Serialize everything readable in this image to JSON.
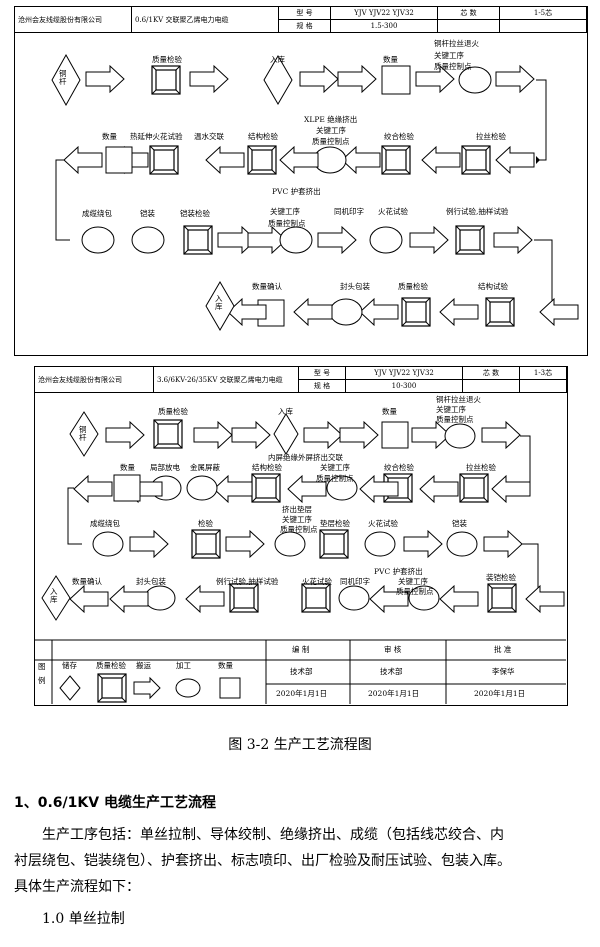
{
  "chart1": {
    "header": {
      "company": "沧州会友线缆股份有限公司",
      "product": "0.6/1KV 交联聚乙烯电力电缆",
      "model_label": "型 号",
      "model_value": "YJV YJV22 YJV32",
      "cores_label": "芯 数",
      "cores_value": "1-5芯",
      "spec_label": "规 格",
      "spec_value": "1.5-300"
    },
    "labels": {
      "copper": "铜杆",
      "qc1": "质量检验",
      "storage_in1": "入库",
      "quantity1": "数量",
      "draw": "铜杆拉丝退火",
      "key1": "关键工序",
      "key1b": "质量控制点",
      "xlpe": "XLPE 绝缘挤出",
      "key2": "关键工序",
      "key2b": "质量控制点",
      "twist_qc": "绞合检验",
      "draw_qc": "拉丝检验",
      "struct_qc": "结构检验",
      "water": "温水交联",
      "hot": "热延伸火花试验",
      "quantity2": "数量",
      "cabling": "成缆绕包",
      "armor": "铠装",
      "armor_qc": "铠装检验",
      "pvc": "PVC 护套挤出",
      "key3": "关键工序",
      "key3b": "质量控制点",
      "print": "同机印字",
      "spark": "火花试验",
      "routine": "例行试验,抽样试验",
      "struct_test": "结构试验",
      "pack_qc": "质量检验",
      "seal": "封头包装",
      "qty_confirm": "数量确认",
      "storage_in2": "入库"
    }
  },
  "chart2": {
    "header": {
      "company": "沧州会友线缆股份有限公司",
      "product": "3.6/6KV-26/35KV 交联聚乙烯电力电缆",
      "model_label": "型 号",
      "model_value": "YJV YJV22 YJV32",
      "cores_label": "芯 数",
      "cores_value": "1-3芯",
      "spec_label": "规 格",
      "spec_value": "10-300"
    },
    "labels": {
      "copper": "铜杆",
      "qc1": "质量检验",
      "storage_in1": "入库",
      "quantity1": "数量",
      "draw": "铜杆拉丝退火",
      "key1": "关键工序",
      "key1b": "质量控制点",
      "tri": "内屏绝缘外屏挤出交联",
      "key2": "关键工序",
      "key2b": "质量控制点",
      "twist_qc": "绞合检验",
      "draw_qc": "拉丝检验",
      "struct_qc": "结构检验",
      "shield": "金属屏蔽",
      "discharge": "局部放电",
      "quantity2": "数量",
      "cabling": "成缆绕包",
      "qc2": "检验",
      "extrude": "挤出垫层",
      "key3": "关键工序",
      "key3b": "质量控制点",
      "cushion_qc": "垫层检验",
      "spark": "火花试验",
      "armor": "铠装",
      "pvc": "PVC 护套挤出",
      "key4": "关键工序",
      "key4b": "质量控制点",
      "armor_qc": "装铠检验",
      "print": "同机印字",
      "spark2": "火花试验",
      "routine": "例行试验,抽样试验",
      "seal": "封头包装",
      "qty_confirm": "数量确认",
      "storage_in2": "入库"
    },
    "legend": {
      "title": "图例",
      "storage": "储存",
      "qc": "质量检验",
      "transport": "搬运",
      "process": "加工",
      "quantity": "数量"
    },
    "approval": {
      "prepare": "编 制",
      "review": "审 核",
      "approve": "批 准",
      "dept1": "技术部",
      "dept2": "技术部",
      "approver": "李保华",
      "date1": "2020年1月1日",
      "date2": "2020年1月1日",
      "date3": "2020年1月1日"
    }
  },
  "caption": "图 3-2 生产工艺流程图",
  "section_title": "1、0.6/1KV 电缆生产工艺流程",
  "paragraph1": "生产工序包括：单丝拉制、导体绞制、绝缘挤出、成缆（包括线芯绞合、内衬层绕包、铠装绕包）、护套挤出、标志喷印、出厂检验及耐压试验、包装入库。具体生产流程如下：",
  "paragraph1_line1": "生产工序包括：单丝拉制、导体绞制、绝缘挤出、成缆（包括线芯绞合、内",
  "paragraph1_line2": "衬层绕包、铠装绕包）、护套挤出、标志喷印、出厂检验及耐压试验、包装入库。",
  "paragraph1_line3": "具体生产流程如下：",
  "subsection": "1.0 单丝拉制"
}
